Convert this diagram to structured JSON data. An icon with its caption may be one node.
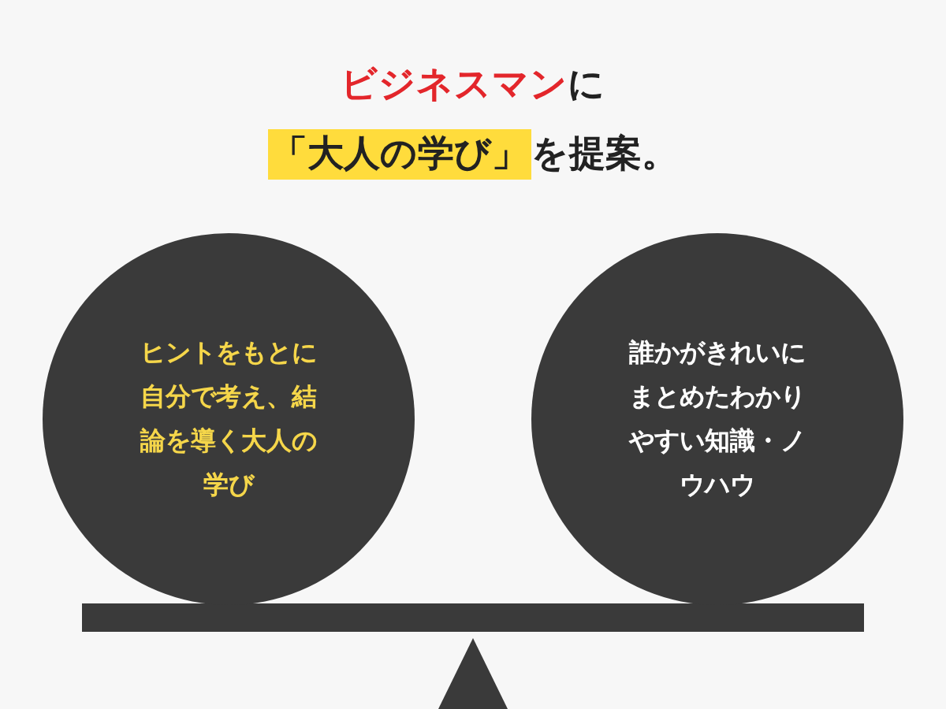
{
  "diagram": {
    "title": "**ビジネスマン**に**「大人の学び」**を提案。",
    "nodes": [
      {
        "text": [
          "ヒントをもとに自分で考え、結論を導く大人の学び"
        ]
      },
      {
        "text": [
          "誰かがきれいにまとめたわかりやすい知識・ノウハウ"
        ]
      }
    ]
  }
}
